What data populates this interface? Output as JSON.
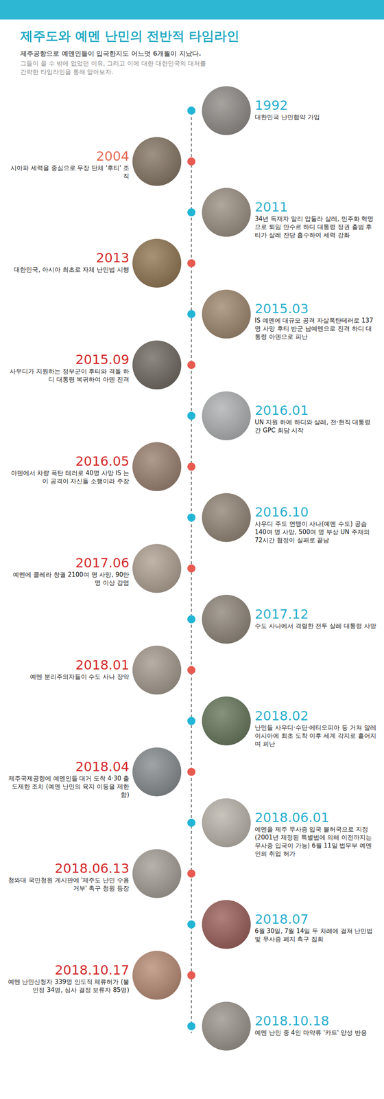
{
  "diagram": {
    "title": "제주도와 예멘 난민의 전반적 타임라인",
    "caption": "제주공항으로 예멘인들이 입국한지도 어느덧 6개월이 지났다.",
    "nodes": [
      {
        "text": [
          "1992",
          "대한민국 난민협약 가입"
        ]
      },
      {
        "text": [
          "2004",
          "시아파 세력을 중심으로 무장 단체 '후티' 조직"
        ]
      },
      {
        "text": [
          "2011",
          "34년 독재자 알리 압둘라 살레, 민주화 혁명으로 퇴임 만수르 하디 대통령 정권 출범 후티가 살레 잔당 흡수하여 세력 강화"
        ]
      },
      {
        "text": [
          "2013",
          "대한민국, 아시아 최초로 자체 난민법 시행"
        ]
      },
      {
        "text": [
          "2015.03",
          "IS 예멘에 대규모 공격 자살폭탄테러로 137명 사망 후티 반군 남예멘으로 진격 하디 대통령 아덴으로 피난"
        ]
      },
      {
        "text": [
          "2015.09",
          "사우디가 지원하는 정부군이 후티와 격돌 하디 대통령 복귀하여 아덴 진격"
        ]
      },
      {
        "text": [
          "2016.01",
          "UN 지원 하에 하디와 살레, 전·현직 대통령간 GPC 회담 시작"
        ]
      },
      {
        "text": [
          "2016.05",
          "아덴에서 차량 폭탄 테러로 40명 사망 IS 는 이 공격이 자신들 소행이라 주장"
        ]
      },
      {
        "text": [
          "2016.10",
          "사우디 주도 연맹이 사나(예멘 수도) 공습 140여 명 사망, 500여 명 부상 UN 주재의 72시간 협정이 실패로 끝남"
        ]
      },
      {
        "text": [
          "2017.06",
          "예멘에 콜레라 창궐 2100여 명 사망, 90만명 이상 감염"
        ]
      },
      {
        "text": [
          "2017.12",
          "수도 사나에서 격렬한 전투 살레 대통령 사망"
        ]
      },
      {
        "text": [
          "2018.01",
          "예멘 분리주의자들이 수도 사나 장악"
        ]
      },
      {
        "text": [
          "2018.02",
          "난민들 사우디·수단·에티오피아 등 거쳐 말레이시아에 최초 도착 이후 세계 각지로 흩어지며 피난"
        ]
      },
      {
        "text": [
          "2018.04",
          "제주국제공항에 예멘인들 대거 도착 4·30 출도제한 조치 (예멘 난민의 육지 이동을 제한함)"
        ]
      },
      {
        "text": [
          "2018.06.01",
          "예멘을 제주 무사증 입국 불허국으로 지정 (2001년 제정된 특별법에 의해 이전까지는 무사증 입국이 가능) 6월 11일 법무부 예멘인의 취업 허가"
        ]
      },
      {
        "text": [
          "2018.06.13",
          "청와대 국민청원 게시판에 '제주도 난민 수용 거부' 촉구 청원 등장"
        ]
      },
      {
        "text": [
          "2018.07",
          "6월 30일, 7월 14일 두 차례에 걸쳐 난민법 및 무사증 폐지 촉구 집회"
        ]
      },
      {
        "text": [
          "2018.10.17",
          "예멘 난민신청자 339명 인도적 체류허가 (불인정 34명, 심사 결정 보류자 85명)"
        ]
      },
      {
        "text": [
          "2018.10.18",
          "예멘 난민 중 4인 마약류 '카트' 양성 반응"
        ]
      }
    ],
    "labels": [
      "그들이 올 수 밖에 없었던 이유, 그리고 이에 대한 대한민국의 대처를 간략한 타임라인을 통해 알아보자."
    ]
  }
}
